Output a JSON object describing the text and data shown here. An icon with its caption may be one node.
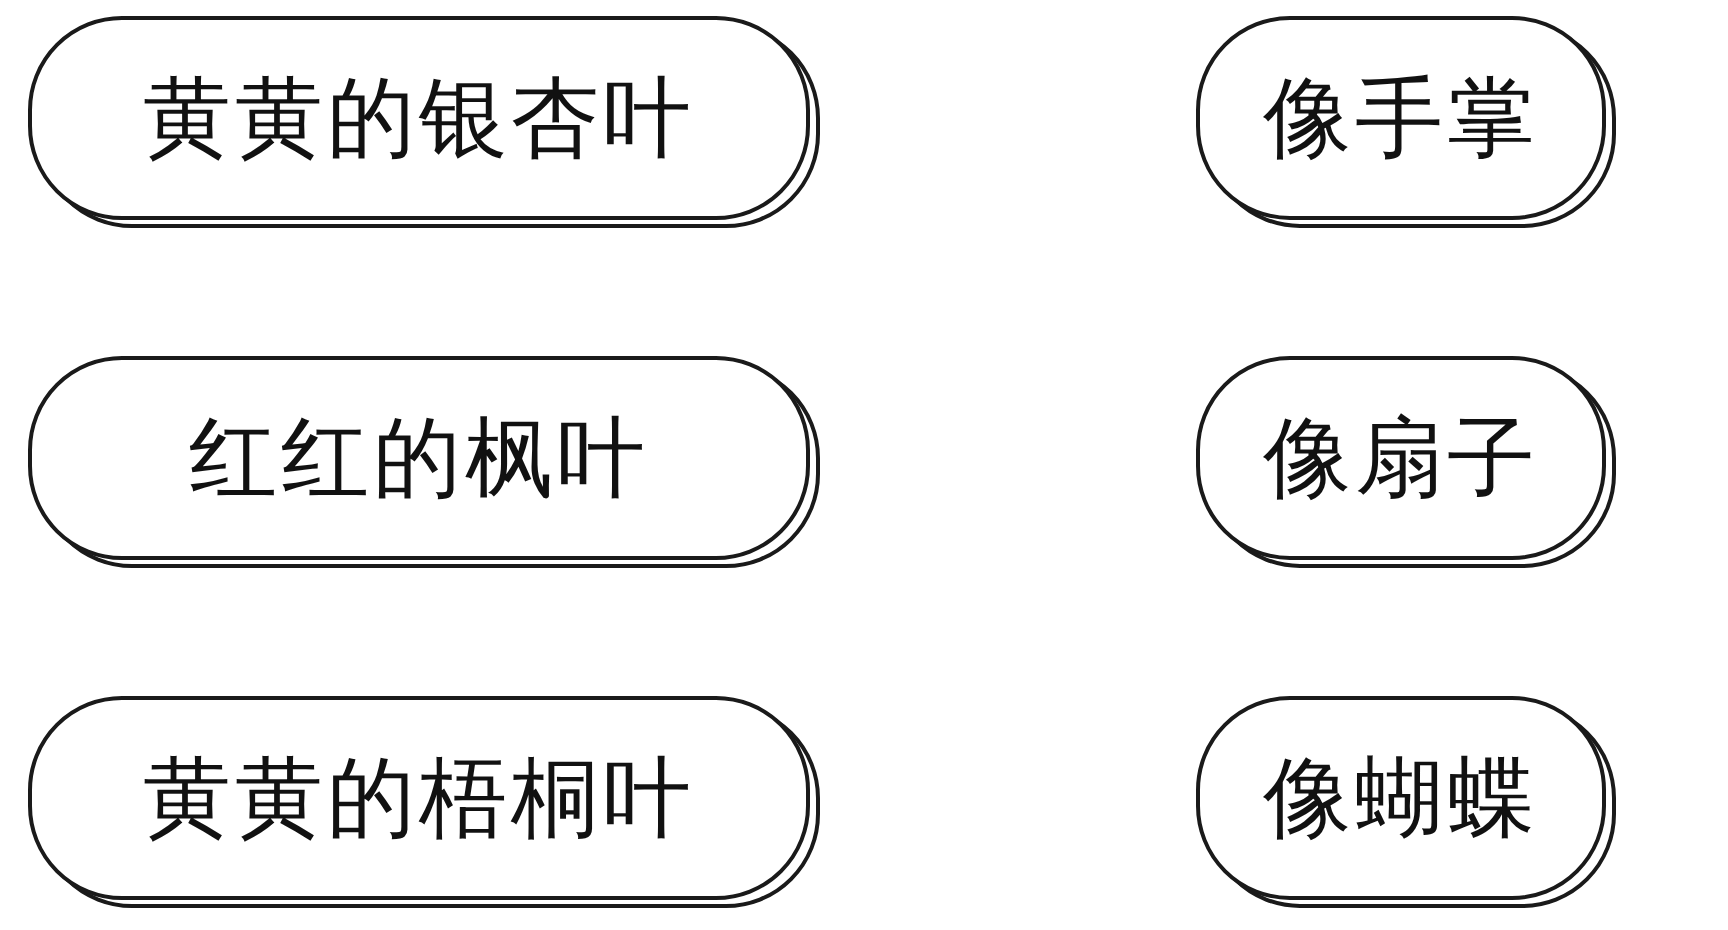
{
  "diagram": {
    "nodes": [
      {
        "text": [
          "黄黄的银杏叶"
        ]
      },
      {
        "text": [
          "像手掌"
        ]
      },
      {
        "text": [
          "红红的枫叶"
        ]
      },
      {
        "text": [
          "像扇子"
        ]
      },
      {
        "text": [
          "黄黄的梧桐叶"
        ]
      },
      {
        "text": [
          "像蝴蝶"
        ]
      }
    ]
  }
}
